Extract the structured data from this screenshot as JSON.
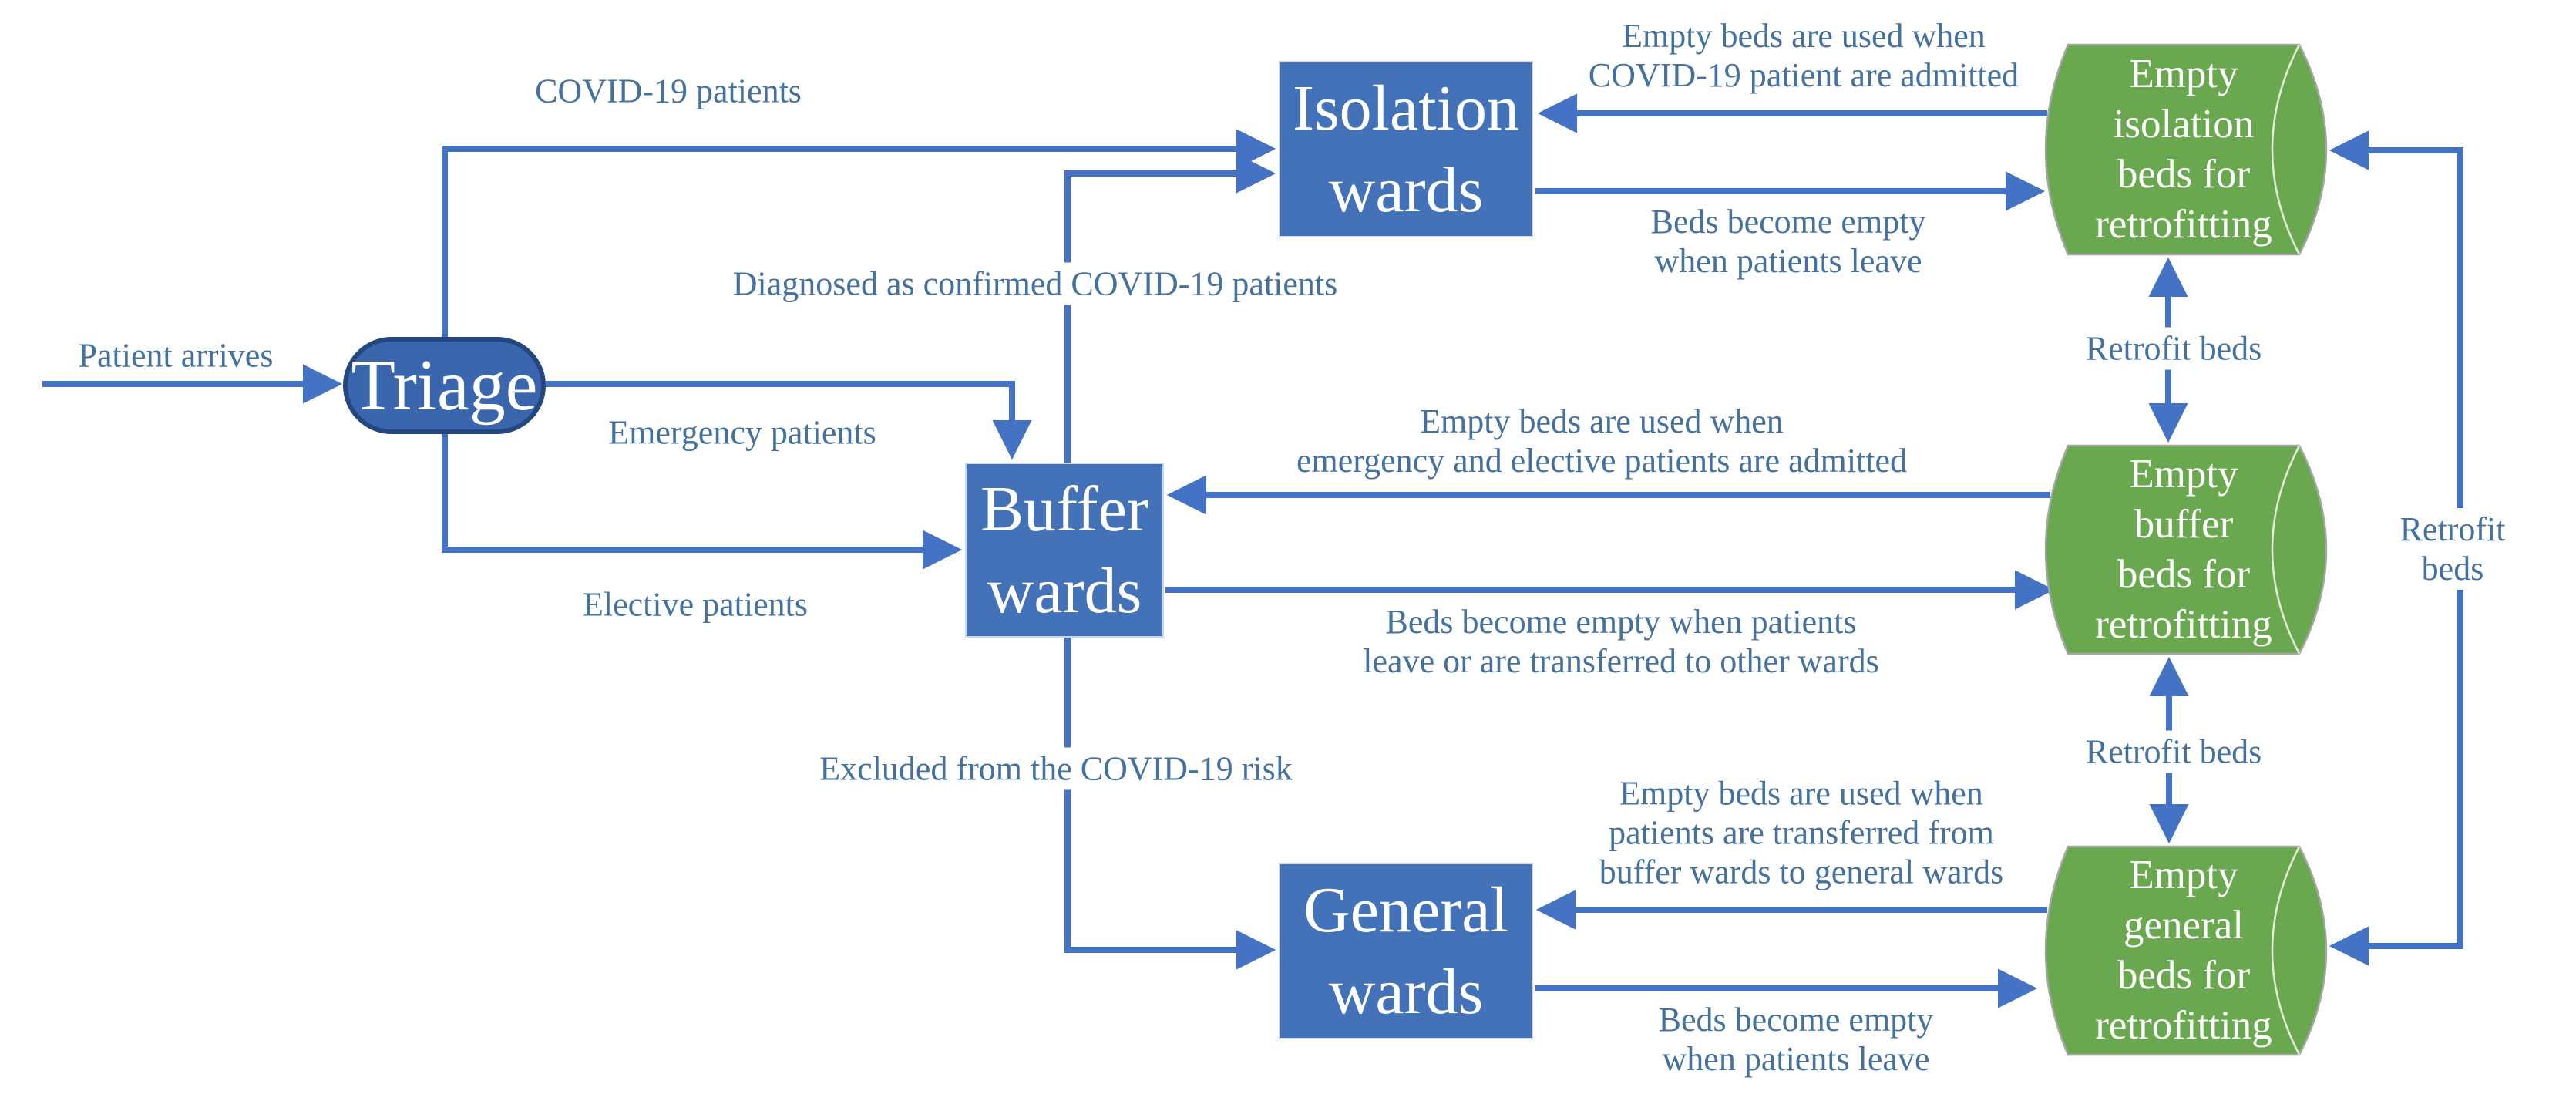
{
  "colors": {
    "connector_blue": "#4472c4",
    "box_fill": "#4472b8",
    "box_border": "#ccd6e8",
    "triage_fill": "#3a66ad",
    "triage_border": "#24477f",
    "cylinder_fill": "#6aa84f",
    "cylinder_border": "#a6a6a6",
    "cylinder_arc": "#e3ecdc",
    "label_text": "#44719e"
  },
  "nodes": {
    "triage": {
      "label": "Triage"
    },
    "isolation_wards": {
      "label": "Isolation\nwards"
    },
    "buffer_wards": {
      "label": "Buffer\nwards"
    },
    "general_wards": {
      "label": "General\nwards"
    },
    "empty_isolation_beds": {
      "label": "Empty\nisolation\nbeds for\nretrofitting"
    },
    "empty_buffer_beds": {
      "label": "Empty\nbuffer\nbeds for\nretrofitting"
    },
    "empty_general_beds": {
      "label": "Empty\ngeneral\nbeds for\nretrofitting"
    }
  },
  "labels": {
    "patient_arrives": "Patient arrives",
    "covid_patients": "COVID-19 patients",
    "emergency_patients": "Emergency patients",
    "elective_patients": "Elective patients",
    "diagnosed": "Diagnosed as confirmed COVID-19 patients",
    "excluded": "Excluded from the COVID-19 risk",
    "isolation_admit": "Empty beds are used when\nCOVID-19 patient are admitted",
    "isolation_leave": "Beds become empty\nwhen patients leave",
    "buffer_admit": "Empty beds are used when\nemergency and elective patients are admitted",
    "buffer_leave": "Beds become empty when patients\nleave or are transferred to other wards",
    "general_admit": "Empty beds are used when\npatients are transferred from\nbuffer wards to general wards",
    "general_leave": "Beds become empty\nwhen patients leave",
    "retrofit_top": "Retrofit beds",
    "retrofit_bottom": "Retrofit beds",
    "retrofit_right": "Retrofit beds"
  }
}
